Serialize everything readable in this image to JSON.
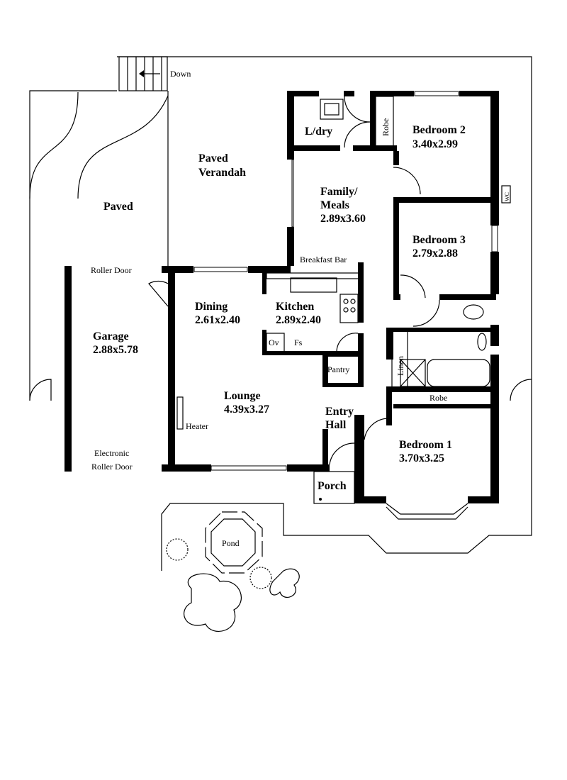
{
  "rooms": {
    "paved": "Paved",
    "verandah": [
      "Paved",
      "Verandah"
    ],
    "laundry": "L/dry",
    "bedroom2": [
      "Bedroom 2",
      "3.40x2.99"
    ],
    "family": [
      "Family/",
      "Meals",
      "2.89x3.60"
    ],
    "bedroom3": [
      "Bedroom 3",
      "2.79x2.88"
    ],
    "dining": [
      "Dining",
      "2.61x2.40"
    ],
    "kitchen": [
      "Kitchen",
      "2.89x2.40"
    ],
    "garage": [
      "Garage",
      "2.88x5.78"
    ],
    "lounge": [
      "Lounge",
      "4.39x3.27"
    ],
    "entry": [
      "Entry",
      "Hall"
    ],
    "bedroom1": [
      "Bedroom 1",
      "3.70x3.25"
    ],
    "porch": "Porch",
    "pond": "Pond"
  },
  "labels": {
    "down": "Down",
    "roller_door": "Roller Door",
    "electronic_roller_door": [
      "Electronic",
      "Roller Door"
    ],
    "breakfast_bar": "Breakfast Bar",
    "robe_top": "Robe",
    "robe_bottom": "Robe",
    "linen": "Linen",
    "wc": "WC",
    "oven": "Ov",
    "fridge_space": "Fs",
    "pantry": "Pantry",
    "heater": "Heater"
  }
}
